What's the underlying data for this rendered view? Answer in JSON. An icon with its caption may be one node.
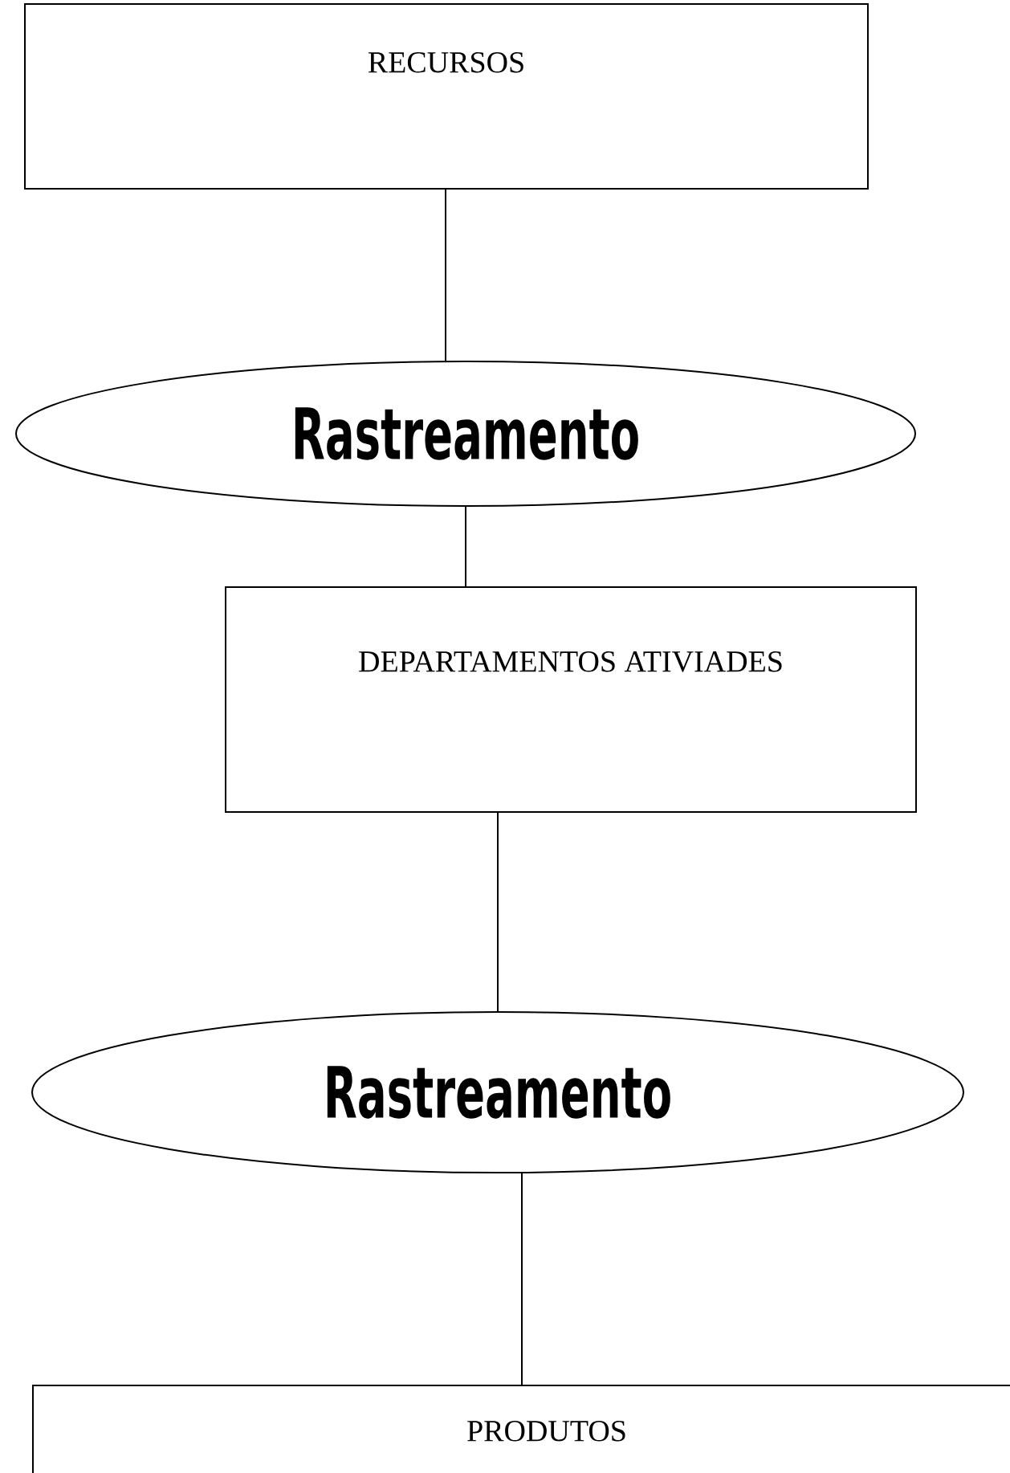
{
  "diagram": {
    "nodes": [
      {
        "text": [
          "RECURSOS"
        ]
      },
      {
        "text": [
          "Rastreamento"
        ]
      },
      {
        "text": [
          "DEPARTAMENTOS ATIVIADES"
        ]
      },
      {
        "text": [
          "Rastreamento"
        ]
      },
      {
        "text": [
          "PRODUTOS"
        ]
      }
    ],
    "edges": [
      {
        "from": 0,
        "to": 1,
        "arrow": "none"
      },
      {
        "from": 1,
        "to": 2,
        "arrow": "none"
      },
      {
        "from": 2,
        "to": 3,
        "arrow": "none"
      },
      {
        "from": 3,
        "to": 4,
        "arrow": "none"
      }
    ]
  }
}
